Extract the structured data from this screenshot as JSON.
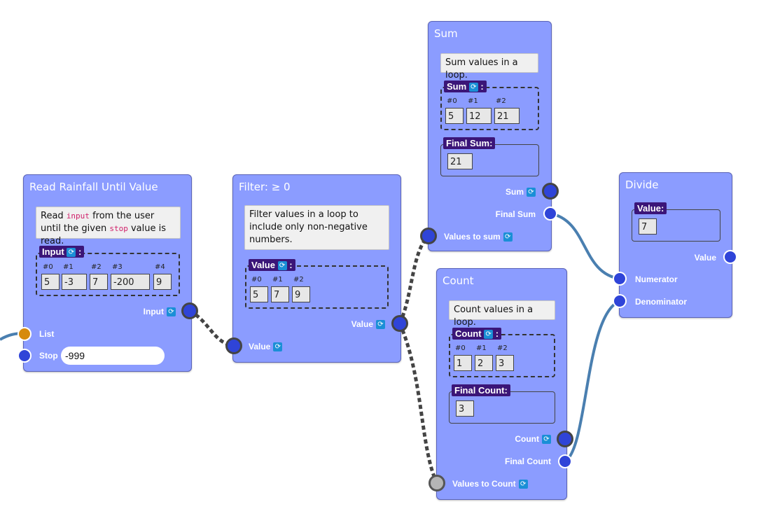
{
  "nodes": {
    "read_rainfall": {
      "title": "Read Rainfall Until Value",
      "desc_pre": "Read ",
      "desc_code1": "input",
      "desc_mid": " from the user until the given ",
      "desc_code2": "stop",
      "desc_post": " value is read.",
      "group_label": "Input",
      "indices": [
        "#0",
        "#1",
        "#2",
        "#3",
        "#4"
      ],
      "values": [
        "5",
        "-3",
        "7",
        "-200",
        "9"
      ],
      "out_port": "Input",
      "in_list": "List",
      "in_stop": "Stop",
      "stop_value": "-999"
    },
    "filter": {
      "title": "Filter: ≥ 0",
      "desc": "Filter values in a loop to include only non-negative numbers.",
      "group_label": "Value",
      "indices": [
        "#0",
        "#1",
        "#2"
      ],
      "values": [
        "5",
        "7",
        "9"
      ],
      "out_port": "Value",
      "in_port": "Value"
    },
    "sum": {
      "title": "Sum",
      "desc": "Sum values in a loop.",
      "group_label": "Sum",
      "indices": [
        "#0",
        "#1",
        "#2"
      ],
      "values": [
        "5",
        "12",
        "21"
      ],
      "final_label": "Final Sum:",
      "final_value": "21",
      "out_port1": "Sum",
      "out_port2": "Final Sum",
      "in_port": "Values to sum"
    },
    "count": {
      "title": "Count",
      "desc": "Count values in a loop.",
      "group_label": "Count",
      "indices": [
        "#0",
        "#1",
        "#2"
      ],
      "values": [
        "1",
        "2",
        "3"
      ],
      "final_label": "Final Count:",
      "final_value": "3",
      "out_port1": "Count",
      "out_port2": "Final Count",
      "in_port": "Values to Count"
    },
    "divide": {
      "title": "Divide",
      "value_label": "Value:",
      "value": "7",
      "out_port": "Value",
      "in_port1": "Numerator",
      "in_port2": "Denominator"
    }
  },
  "icons": {
    "loop": "loop-icon"
  },
  "colors": {
    "node_bg": "#8b9cff",
    "port_blue": "#2f44d8",
    "port_orange": "#d68a0c",
    "group_label_bg": "#3b1578",
    "loop_icon_bg": "#1a8fd6",
    "wire_blue": "#4a7fb0",
    "wire_dashed": "#444444"
  }
}
